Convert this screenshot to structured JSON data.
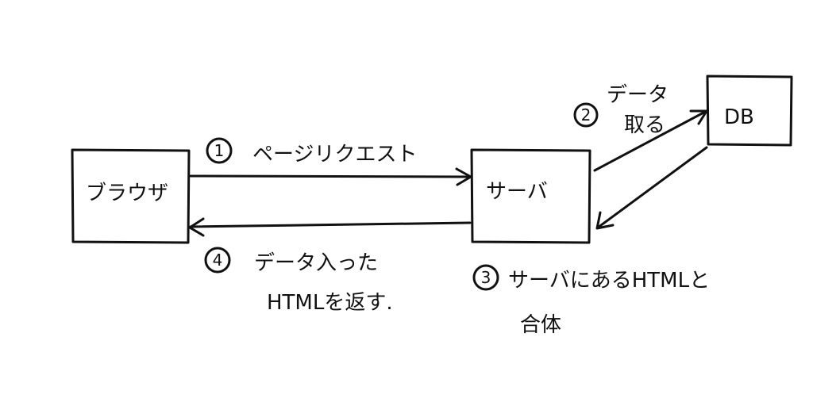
{
  "nodes": {
    "browser": "ブラウザ",
    "server": "サーバ",
    "db": "DB"
  },
  "steps": {
    "s1": {
      "num": "1",
      "label": "ページリクエスト"
    },
    "s2": {
      "num": "2",
      "label_line1": "データ",
      "label_line2": "取る"
    },
    "s3": {
      "num": "3",
      "label_line1": "サーバにあるHTMLと",
      "label_line2": "合体"
    },
    "s4": {
      "num": "4",
      "label_line1": "データ入った",
      "label_line2": "HTMLを返す."
    }
  }
}
